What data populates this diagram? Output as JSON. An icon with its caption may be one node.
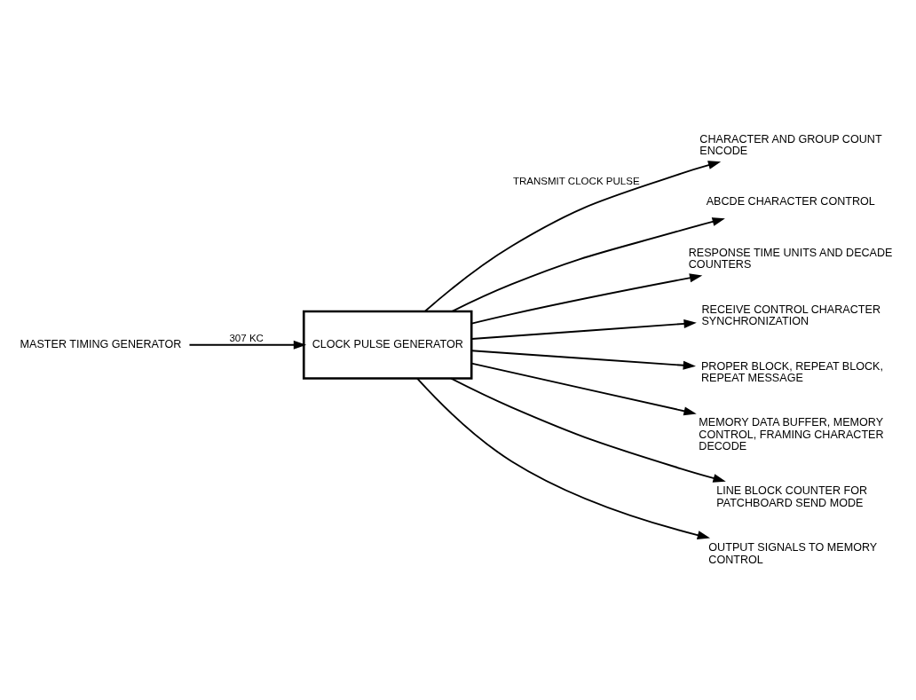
{
  "diagram": {
    "nodes": [
      {
        "text": [
          "MASTER TIMING GENERATOR"
        ]
      },
      {
        "text": [
          "CLOCK PULSE GENERATOR"
        ]
      },
      {
        "text": [
          "CHARACTER AND GROUP COUNT ENCODE"
        ]
      },
      {
        "text": [
          "ABCDE CHARACTER CONTROL"
        ]
      },
      {
        "text": [
          "RESPONSE TIME UNITS AND DECADE COUNTERS"
        ]
      },
      {
        "text": [
          "RECEIVE CONTROL CHARACTER SYNCHRONIZATION"
        ]
      },
      {
        "text": [
          "PROPER BLOCK, REPEAT BLOCK, REPEAT MESSAGE"
        ]
      },
      {
        "text": [
          "MEMORY DATA BUFFER, MEMORY CONTROL, FRAMING CHARACTER DECODE"
        ]
      },
      {
        "text": [
          "LINE BLOCK COUNTER FOR PATCHBOARD SEND MODE"
        ]
      },
      {
        "text": [
          "OUTPUT SIGNALS TO MEMORY CONTROL"
        ]
      }
    ],
    "edges": [
      {
        "from": 0,
        "to": 1,
        "arrow": "to",
        "label": "307 KC"
      },
      {
        "from": 1,
        "to": 2,
        "arrow": "to",
        "label": "TRANSMIT CLOCK PULSE"
      },
      {
        "from": 1,
        "to": 3,
        "arrow": "to"
      },
      {
        "from": 1,
        "to": 4,
        "arrow": "to"
      },
      {
        "from": 1,
        "to": 5,
        "arrow": "to"
      },
      {
        "from": 1,
        "to": 6,
        "arrow": "to"
      },
      {
        "from": 1,
        "to": 7,
        "arrow": "to"
      },
      {
        "from": 1,
        "to": 8,
        "arrow": "to"
      },
      {
        "from": 1,
        "to": 9,
        "arrow": "to"
      }
    ]
  }
}
